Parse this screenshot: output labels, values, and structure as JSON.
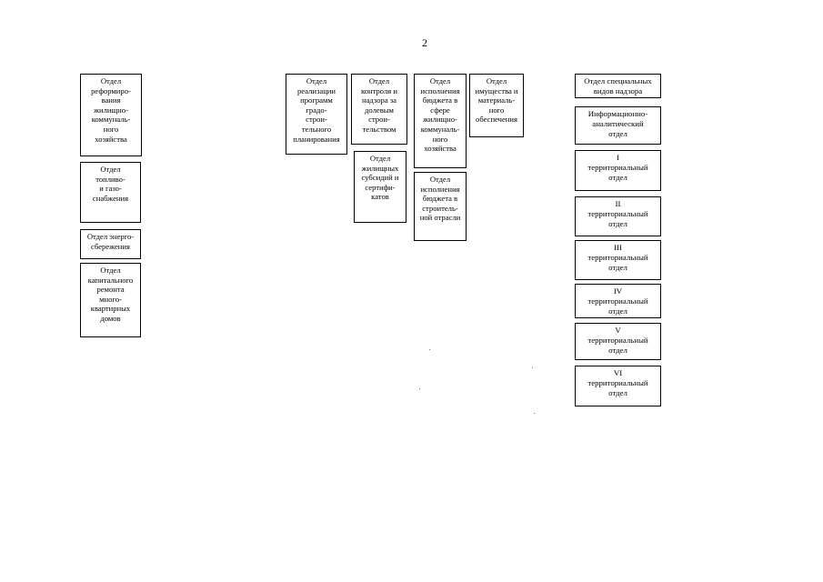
{
  "page_number": "2",
  "left_column": [
    "Отдел\nреформиро-\nвания\nжилищно-\nкоммуналь-\nного\nхозяйства",
    "Отдел\nтопливо-\nи газо-\nснабжения",
    "Отдел энерго-\nсбережения",
    "Отдел\nкапитального\nремонта\nмного-\nквартирных\nдомов"
  ],
  "center_boxes": {
    "programs": "Отдел\nреализации\nпрограмм\nградо-\nстрои-\nтельного\nпланирования",
    "control": "Отдел\nконтроля и\nнадзора за\nдолевым\nстрои-\nтельством",
    "subsidies": "Отдел\nжилищных\nсубсидий и\nсертифи-\nкатов",
    "budget_housing": "Отдел\nисполнения\nбюджета в\nсфере\nжилищно-\nкоммуналь-\nного\nхозяйства",
    "budget_construction": "Отдел\nисполнения\nбюджета в\nстроитель-\nной отрасли",
    "property": "Отдел\nимущества и\nматериаль-\nного\nобеспечения"
  },
  "right_column": [
    "Отдел специальных\nвидов надзора",
    "Информационно-\nаналитический\nотдел",
    "I\nтерриториальный\nотдел",
    "II\nтерриториальный\nотдел",
    "III\nтерриториальный\nотдел",
    "IV\nтерриториальный\nотдел",
    "V\nтерриториальный\nотдел",
    "VI\nтерриториальный\nотдел"
  ]
}
